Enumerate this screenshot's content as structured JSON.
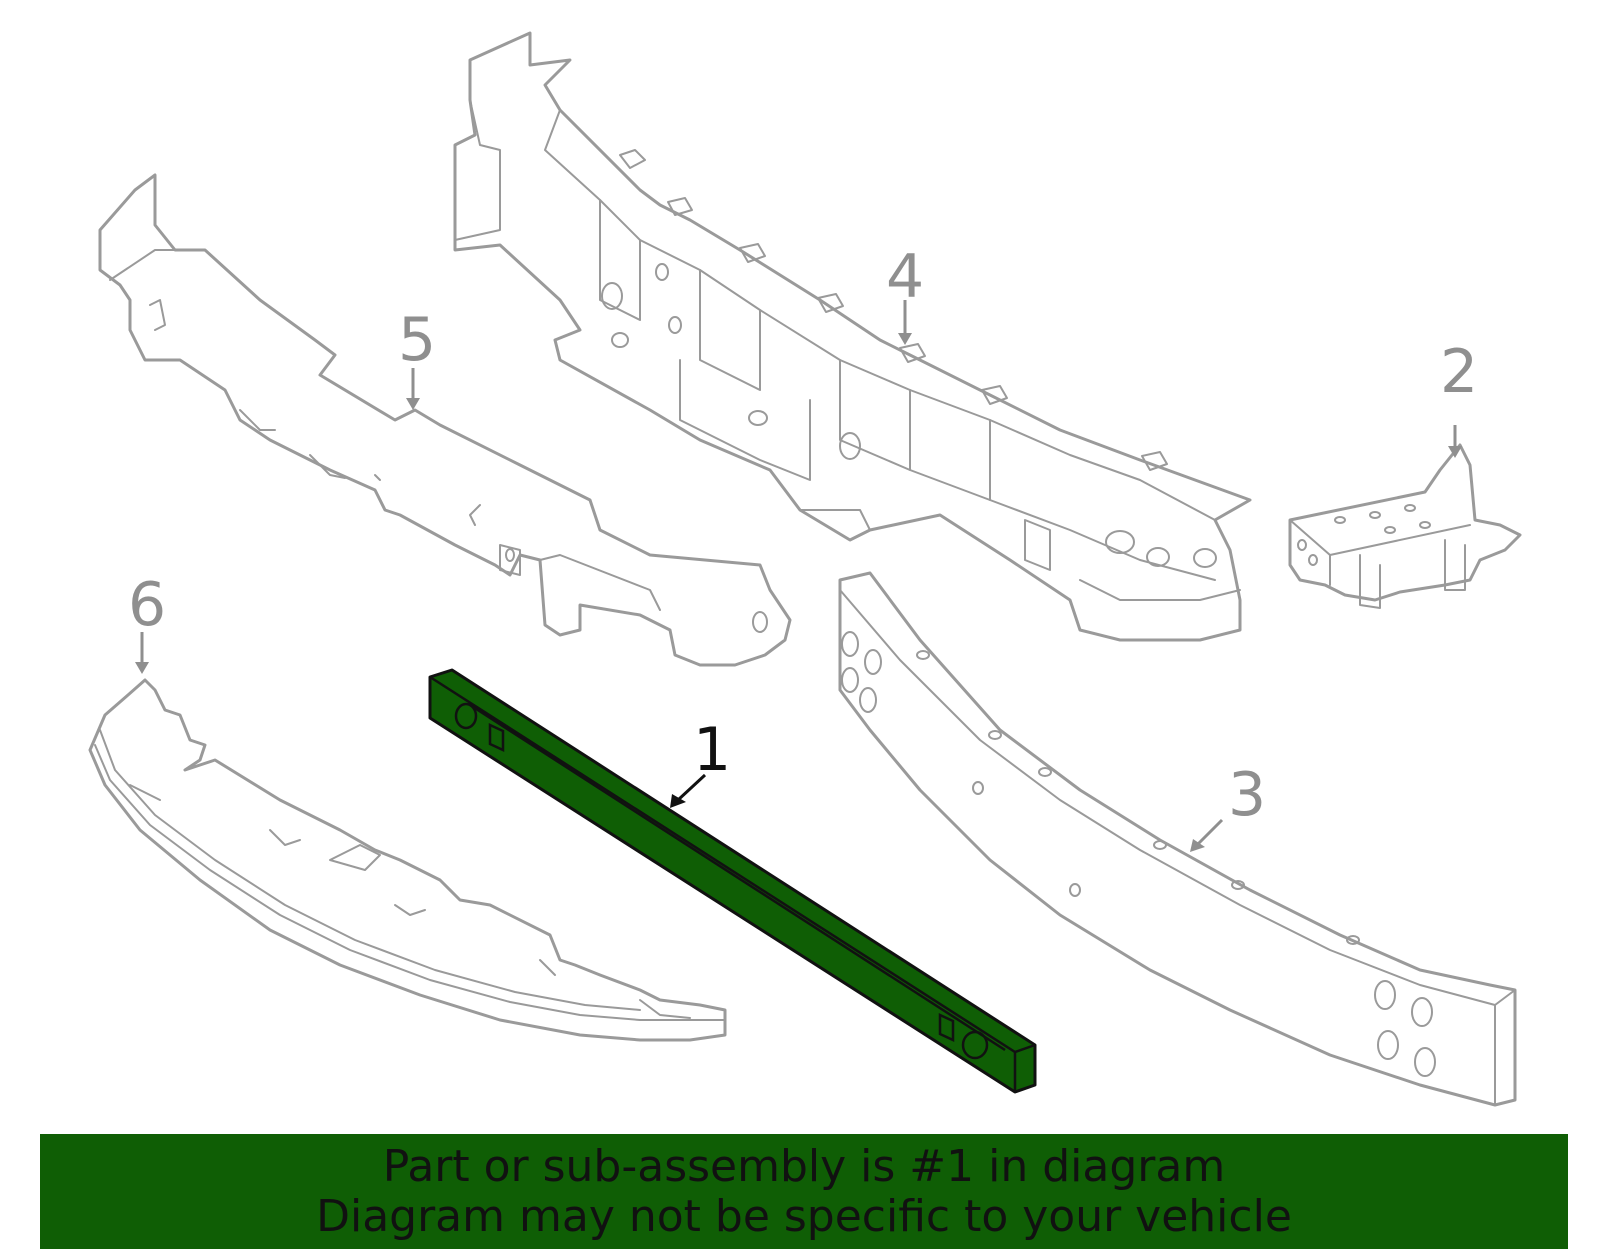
{
  "callouts": [
    {
      "id": "1",
      "label": "1",
      "active": true
    },
    {
      "id": "2",
      "label": "2",
      "active": false
    },
    {
      "id": "3",
      "label": "3",
      "active": false
    },
    {
      "id": "4",
      "label": "4",
      "active": false
    },
    {
      "id": "5",
      "label": "5",
      "active": false
    },
    {
      "id": "6",
      "label": "6",
      "active": false
    }
  ],
  "banner": {
    "line1": "Part or sub-assembly is #1 in diagram",
    "line2": "Diagram may not be specific to your vehicle"
  },
  "colors": {
    "highlight": "#0f5e05",
    "outline": "#9a9a9a",
    "active_text": "#111111"
  }
}
